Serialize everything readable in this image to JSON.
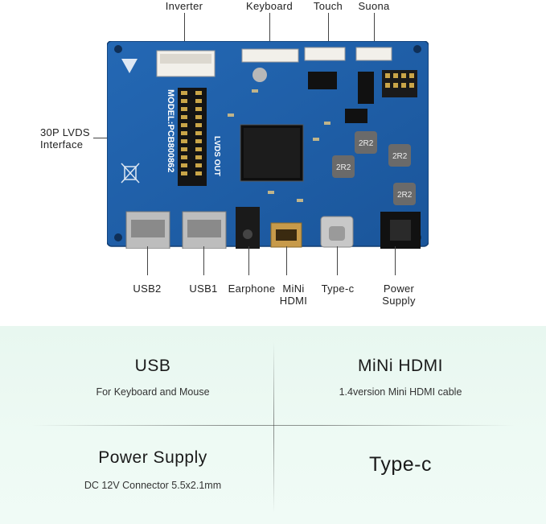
{
  "labels": {
    "inverter": "Inverter",
    "keyboard": "Keyboard",
    "touch": "Touch",
    "suona": "Suona",
    "lvds_line1": "30P LVDS",
    "lvds_line2": "Interface",
    "usb2": "USB2",
    "usb1": "USB1",
    "earphone": "Earphone",
    "minihdmi_line1": "MiNi",
    "minihdmi_line2": "HDMI",
    "typec": "Type-c",
    "power_line1": "Power",
    "power_line2": "Supply"
  },
  "board_text": {
    "model": "MODEL:PCB800862",
    "lvds_out": "LVDS OUT",
    "inductor1": "2R2",
    "inductor2": "2R2",
    "inductor3": "2R2",
    "inductor4": "2R2"
  },
  "features": [
    {
      "title": "USB",
      "subtitle": "For Keyboard and Mouse"
    },
    {
      "title": "MiNi HDMI",
      "subtitle": "1.4version Mini HDMI cable"
    },
    {
      "title": "Power Supply",
      "subtitle": "DC 12V Connector 5.5x2.1mm"
    },
    {
      "title": "Type-c",
      "subtitle": ""
    }
  ],
  "colors": {
    "pcb": "#1f5fa8",
    "pcb_dark": "#184d8c",
    "silkscreen": "#ffffff",
    "panel_bg": "#eaf8f1"
  }
}
